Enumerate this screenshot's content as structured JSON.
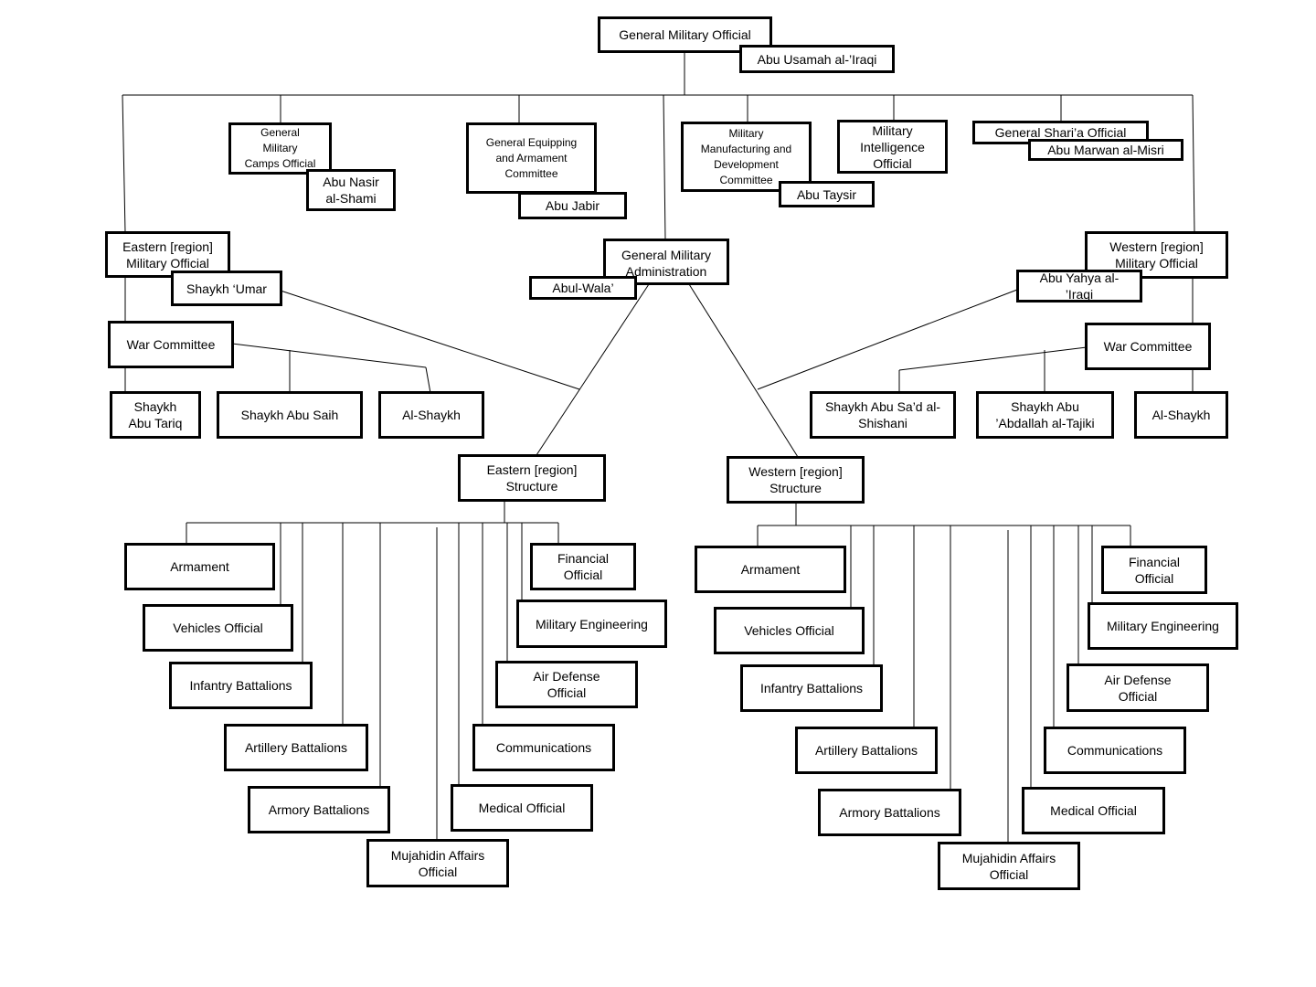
{
  "diagram": {
    "top": {
      "title": "General Military Official",
      "person": "Abu Usamah al-’Iraqi"
    },
    "departments": {
      "camps": {
        "title": "General\nMilitary\nCamps Official",
        "person": "Abu Nasir\nal-Shami"
      },
      "equipping": {
        "title": "General Equipping\nand Armament\nCommittee",
        "person": "Abu Jabir"
      },
      "manufacturing": {
        "title": "Military\nManufacturing and\nDevelopment\nCommittee",
        "person": "Abu Taysir"
      },
      "intelligence": {
        "title": "Military\nIntelligence\nOfficial"
      },
      "sharia": {
        "title": "General Shari’a Official",
        "person": "Abu Marwan al-Misri"
      }
    },
    "administration": {
      "title": "General Military\nAdministration",
      "person": "Abul-Wala’"
    },
    "eastern": {
      "official": "Eastern [region]\nMilitary Official",
      "official_person": "Shaykh ‘Umar",
      "war_committee": "War Committee",
      "members": [
        "Shaykh\nAbu Tariq",
        "Shaykh Abu Saih",
        "Al-Shaykh"
      ],
      "structure": "Eastern [region]\nStructure",
      "units": [
        "Armament",
        "Vehicles Official",
        "Infantry Battalions",
        "Artillery Battalions",
        "Armory Battalions",
        "Mujahidin Affairs\nOfficial",
        "Medical Official",
        "Communications",
        "Air Defense\nOfficial",
        "Military Engineering",
        "Financial\nOfficial"
      ]
    },
    "western": {
      "official": "Western [region]\nMilitary Official",
      "official_person": "Abu Yahya al-\n’Iraqi",
      "war_committee": "War Committee",
      "members": [
        "Shaykh Abu Sa’d al-\nShishani",
        "Shaykh Abu\n’Abdallah al-Tajiki",
        "Al-Shaykh"
      ],
      "structure": "Western [region]\nStructure",
      "units": [
        "Armament",
        "Vehicles Official",
        "Infantry Battalions",
        "Artillery Battalions",
        "Armory Battalions",
        "Mujahidin Affairs\nOfficial",
        "Medical Official",
        "Communications",
        "Air Defense\nOfficial",
        "Military Engineering",
        "Financial\nOfficial"
      ]
    }
  }
}
